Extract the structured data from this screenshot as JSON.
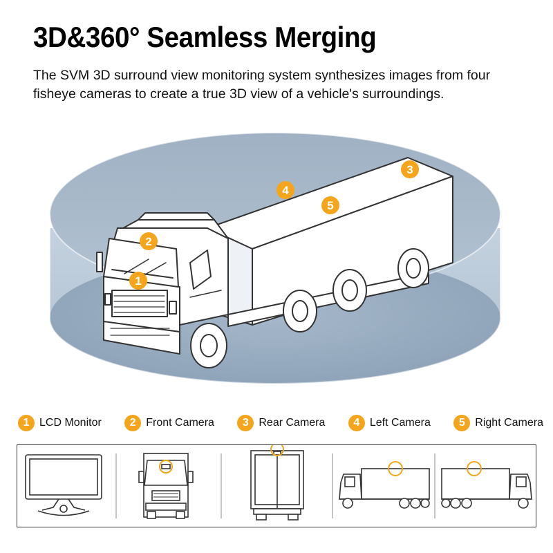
{
  "header": {
    "title": "3D&360° Seamless Merging",
    "description": "The SVM 3D surround view monitoring system synthesizes images from four fisheye cameras to create a true 3D view of a vehicle's surroundings."
  },
  "markers": [
    "1",
    "2",
    "3",
    "4",
    "5"
  ],
  "legend": [
    {
      "num": "1",
      "label": "LCD Monitor"
    },
    {
      "num": "2",
      "label": "Front Camera"
    },
    {
      "num": "3",
      "label": "Rear Camera"
    },
    {
      "num": "4",
      "label": "Left Camera"
    },
    {
      "num": "5",
      "label": "Right Camera"
    }
  ],
  "colors": {
    "accent": "#f4a51c",
    "dome_top": "#a8b8c8",
    "dome_side": "#c9d6e2",
    "dome_floor": "#8ea3b9",
    "outline": "#333333"
  },
  "icons": {
    "monitor": "lcd-monitor-icon",
    "truck_front": "truck-front-view-icon",
    "truck_rear": "truck-rear-view-icon",
    "truck_left": "truck-left-side-icon",
    "truck_right": "truck-right-side-icon"
  }
}
